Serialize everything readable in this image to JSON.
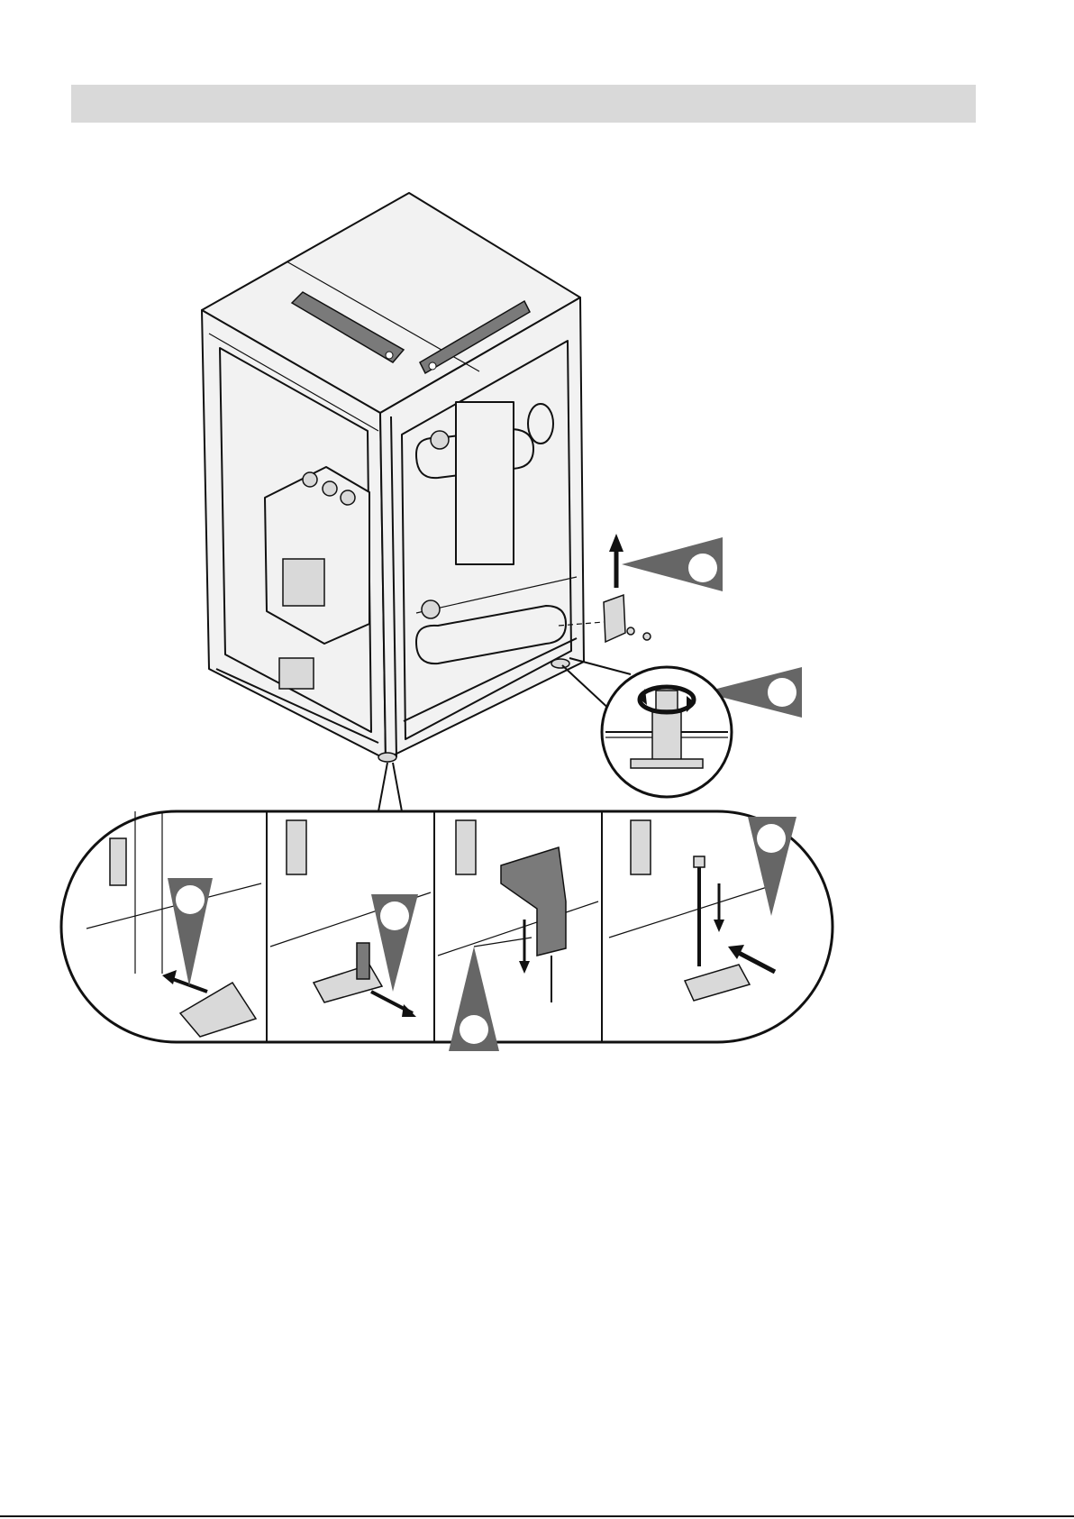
{
  "header_bar": {
    "color": "#d9d9d9"
  },
  "figure": {
    "step_callouts": [
      "step-1",
      "step-2",
      "step-3",
      "step-4",
      "step-5",
      "step-6",
      "step-7"
    ],
    "colors": {
      "line": "#111111",
      "fill_light": "#f2f2f2",
      "fill_mid": "#d9d9d9",
      "fill_dark": "#7a7a7a",
      "callout": "#666666"
    }
  }
}
